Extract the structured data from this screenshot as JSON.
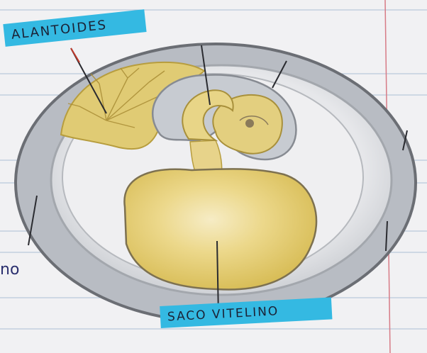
{
  "labels": {
    "alantoides": "ALANTOIDES",
    "saco_vitelino": "SACO VITELINO"
  },
  "margin_note": "no",
  "colors": {
    "paper": "#f1f1f3",
    "ruled_line": "#8fa9c9",
    "margin_line": "#d77b86",
    "shell": "#7f8288",
    "albumen": "#e2e4e7",
    "yolk": "#e9d37c",
    "allantois": "#dfc975",
    "highlight": "#34b9e2"
  }
}
